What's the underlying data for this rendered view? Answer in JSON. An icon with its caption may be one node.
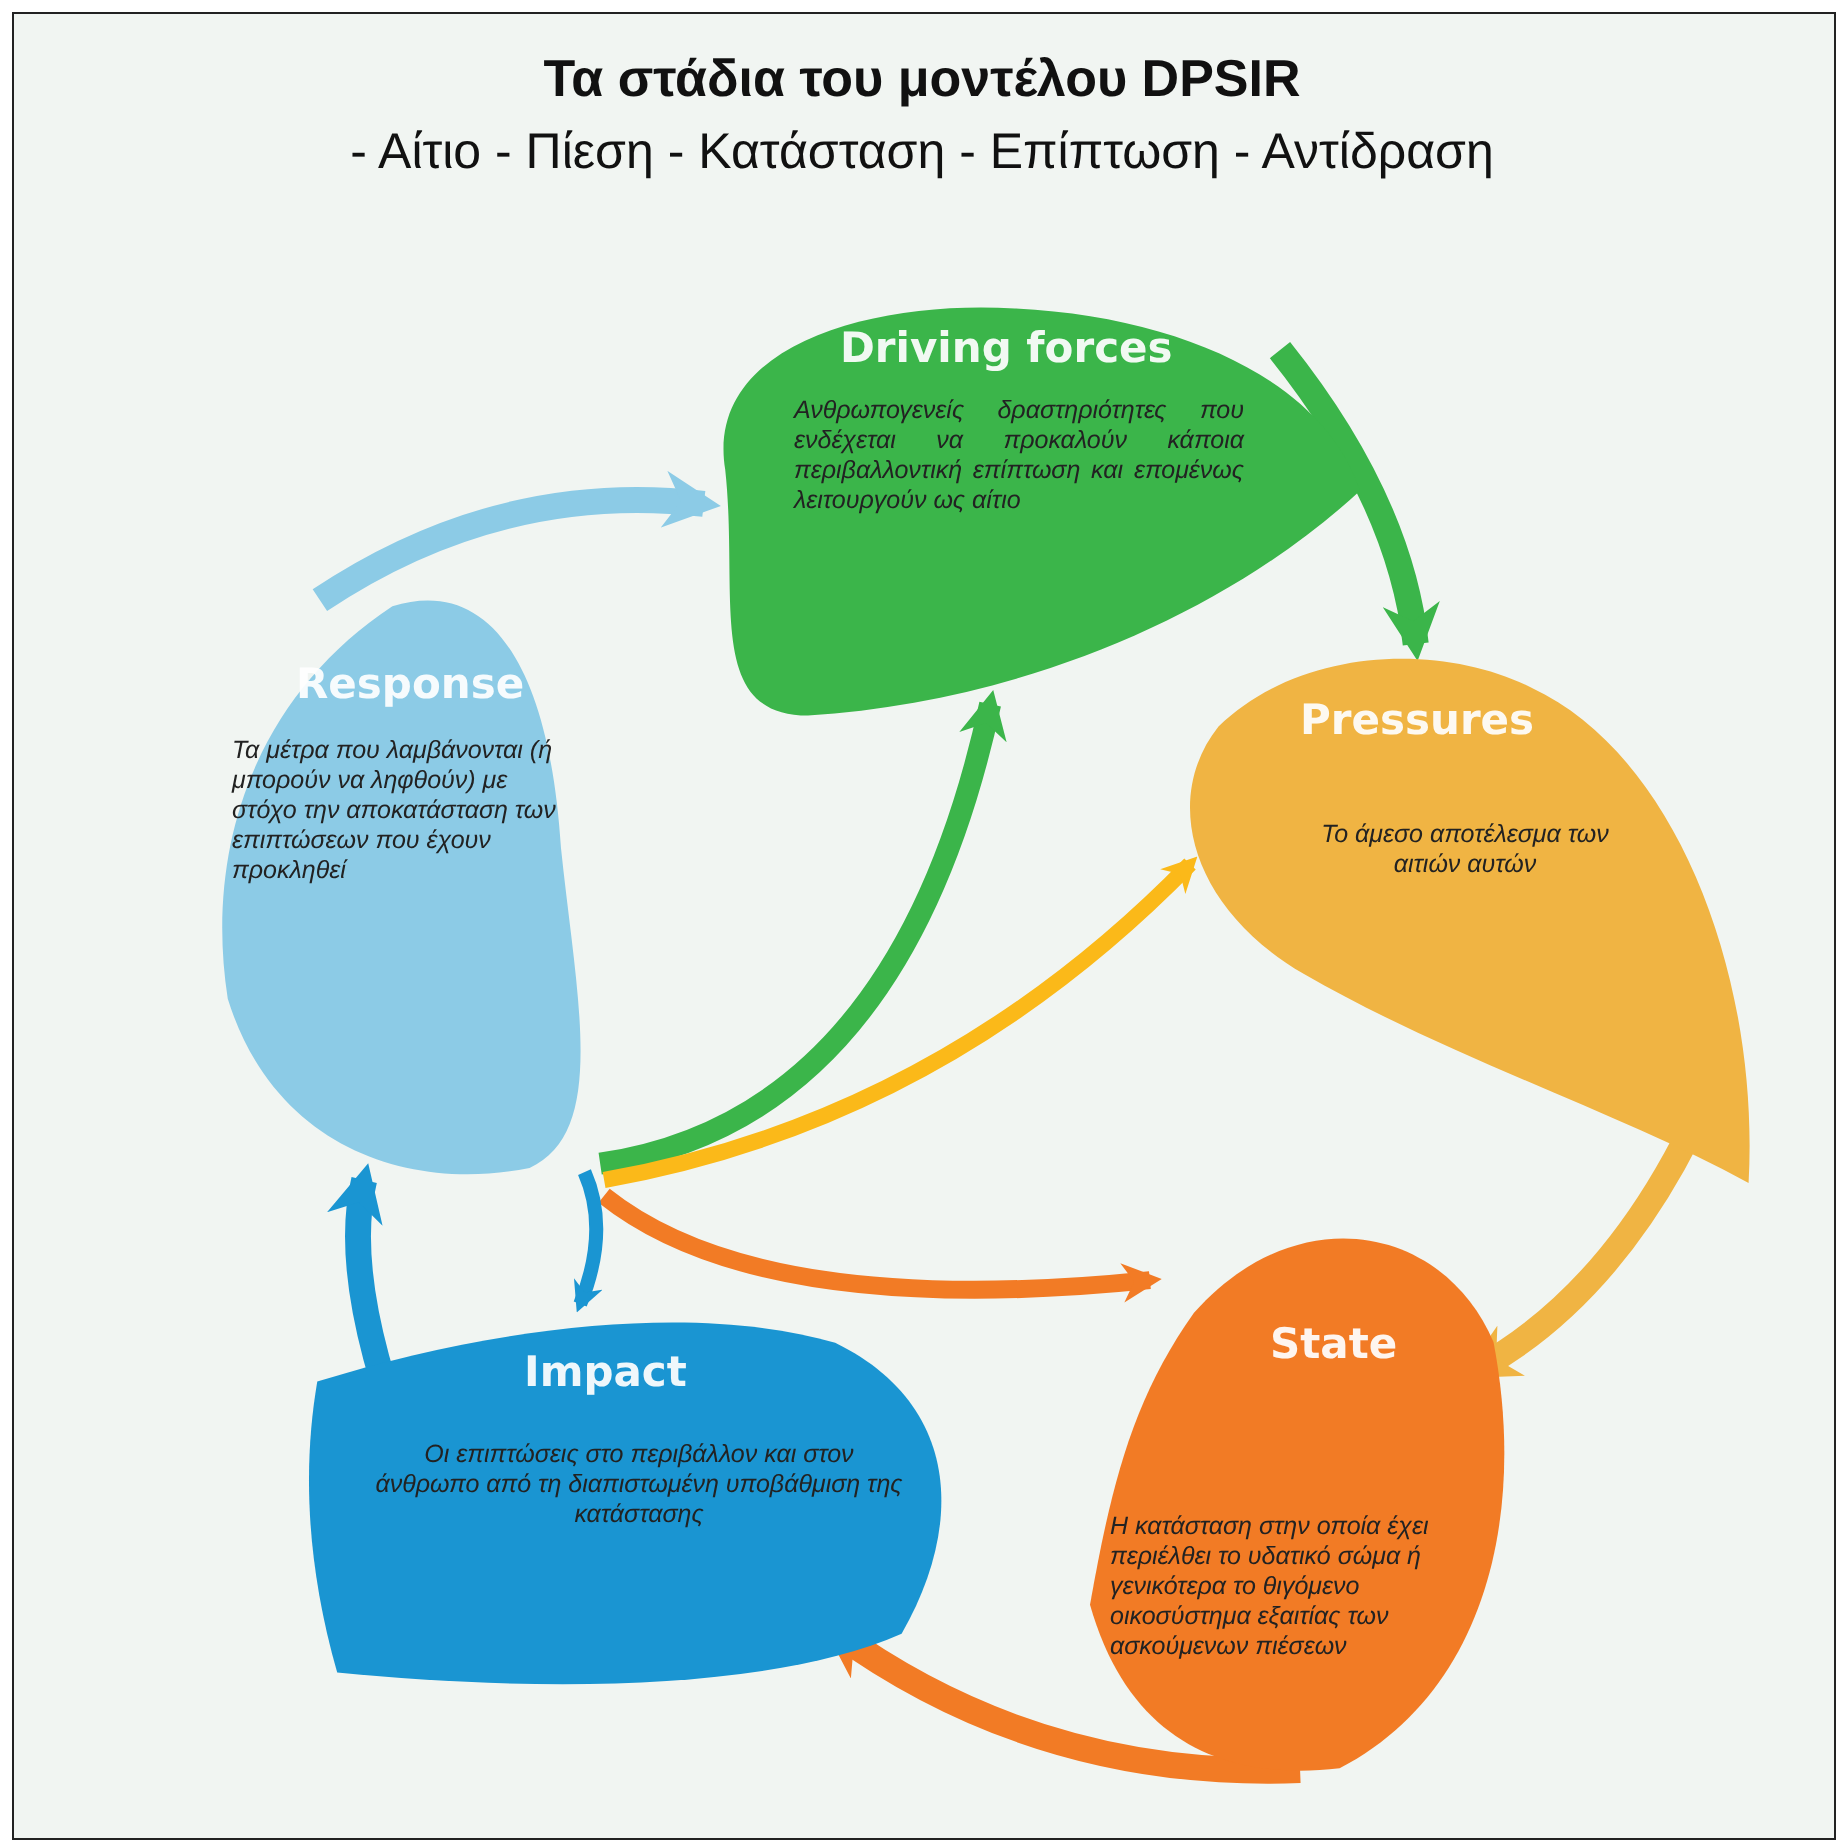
{
  "diagram": {
    "title": "Τα στάδια του μοντέλου DPSIR",
    "nodes": [
      {
        "text": [
          "Driving forces",
          "Ανθρωπογενείς δραστηριότητες που ενδέχεται να προκαλούν κάποια περιβαλλοντική επίπτωση και επομένως λειτουργούν ως αίτιο"
        ]
      },
      {
        "text": [
          "Pressures",
          "Το άμεσο αποτέλεσμα των αιτιών αυτών"
        ]
      },
      {
        "text": [
          "State",
          "Η κατάσταση στην οποία έχει περιέλθει το υδατικό σώμα ή γενικότερα το θιγόμενο οικοσύστημα εξαιτίας των ασκούμενων πιέσεων"
        ]
      },
      {
        "text": [
          "Impact",
          "Οι επιπτώσεις στο περιβάλλον και στον άνθρωπο από τη διαπιστωμένη υποβάθμιση της κατάστασης"
        ]
      },
      {
        "text": [
          "Response",
          "Τα μέτρα που λαμβάνονται (ή μπορούν να ληφθούν) με στόχο την αποκατάσταση των επιπτώσεων που έχουν προκληθεί"
        ]
      }
    ],
    "edges": [
      {
        "from": 0,
        "to": 1,
        "arrow": "to",
        "color": "#3bb54a"
      },
      {
        "from": 1,
        "to": 2,
        "arrow": "to",
        "color": "#f0b443"
      },
      {
        "from": 2,
        "to": 3,
        "arrow": "to",
        "color": "#f27b25"
      },
      {
        "from": 3,
        "to": 4,
        "arrow": "to",
        "color": "#1a95d2"
      },
      {
        "from": 4,
        "to": 0,
        "arrow": "to",
        "color": "#8ccbe6"
      },
      {
        "from": 4,
        "to": 0,
        "arrow": "to",
        "color": "#3bb54a"
      },
      {
        "from": 4,
        "to": 1,
        "arrow": "to",
        "color": "#fbb919"
      },
      {
        "from": 4,
        "to": 2,
        "arrow": "to",
        "color": "#f27b25"
      },
      {
        "from": 4,
        "to": 3,
        "arrow": "to",
        "color": "#1a95d2"
      }
    ],
    "labels": [
      "- Αίτιο - Πίεση - Κατάσταση - Επίπτωση - Αντίδραση"
    ]
  }
}
